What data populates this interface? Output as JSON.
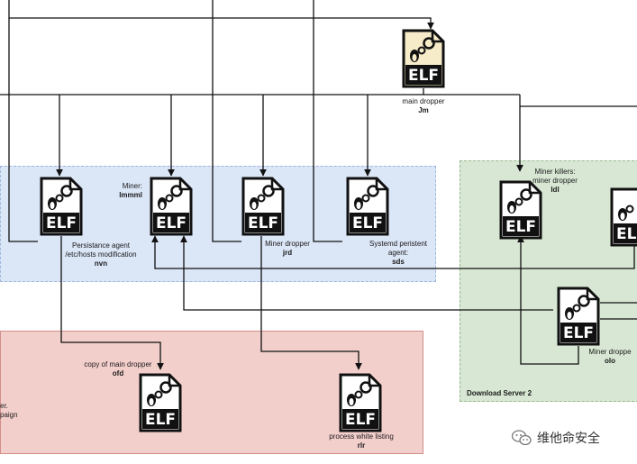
{
  "nodes": {
    "jm": {
      "desc": "main dropper",
      "name": "Jm",
      "badge": "ELF"
    },
    "nvn": {
      "desc1": "Persistance agent",
      "desc2": "/etc/hosts modification",
      "name": "nvn",
      "badge": "ELF"
    },
    "lmmml": {
      "desc": "Miner:",
      "name": "lmmml",
      "badge": "ELF"
    },
    "jrd": {
      "desc": "Miner dropper",
      "name": "jrd",
      "badge": "ELF"
    },
    "sds": {
      "desc1": "Systemd peristent",
      "desc2": "agent:",
      "name": "sds",
      "badge": "ELF"
    },
    "ldl": {
      "desc1": "Miner killers:",
      "desc2": "miner dropper",
      "name": "ldl",
      "badge": "ELF"
    },
    "edge": {
      "badge": "ELF"
    },
    "olo": {
      "desc": "Miner droppe",
      "name": "olo",
      "badge": "ELF"
    },
    "ofd": {
      "desc": "copy of main dropper",
      "name": "ofd",
      "badge": "ELF"
    },
    "rlr": {
      "desc": "process white listing",
      "name": "rlr",
      "badge": "ELF"
    }
  },
  "regions": {
    "download_server_2": "Download Server 2",
    "red_fragment_1": "er.",
    "red_fragment_2": "paign"
  },
  "watermark": {
    "text": "维他命安全"
  },
  "colors": {
    "blue_region": "#dbe6f7",
    "green_region": "#d7e7d3",
    "red_region": "#f3cfcc",
    "main_dropper_fill": "#f7ecc9",
    "file_fill": "#ffffff"
  }
}
